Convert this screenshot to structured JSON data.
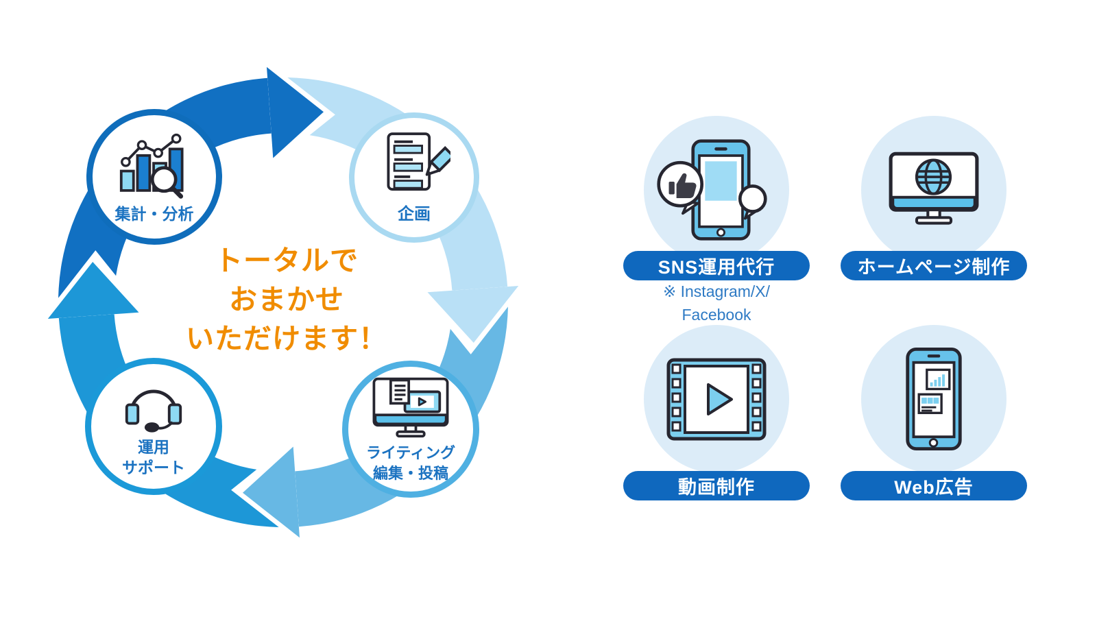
{
  "cycle": {
    "center_text": {
      "lines": [
        "トータルで",
        "おまかせ",
        "いただけます！"
      ],
      "color": "#f08c00"
    },
    "nodes": [
      {
        "id": "analysis",
        "lines": [
          "集計・分析"
        ],
        "border_color": "#0f6dbb"
      },
      {
        "id": "planning",
        "lines": [
          "企画"
        ],
        "border_color": "#a9d9f1"
      },
      {
        "id": "writing",
        "lines": [
          "ライティング",
          "編集・投稿"
        ],
        "border_color": "#4fb0e2"
      },
      {
        "id": "support",
        "lines": [
          "運用",
          "サポート"
        ],
        "border_color": "#1b99d8"
      }
    ],
    "arrow_colors": [
      "#1170c2",
      "#b9e0f6",
      "#67b8e4",
      "#1d97d7"
    ],
    "label_color": "#1c73c1"
  },
  "services": [
    {
      "id": "sns",
      "label": "SNS運用代行",
      "note": [
        "※ Instagram/X/",
        "Facebook"
      ]
    },
    {
      "id": "website",
      "label": "ホームページ制作"
    },
    {
      "id": "video",
      "label": "動画制作"
    },
    {
      "id": "webad",
      "label": "Web広告"
    }
  ],
  "colors": {
    "pill_bg": "#0f68be",
    "pill_text": "#ffffff",
    "blob_bg": "#dcecf8",
    "note_text": "#2e7ac4",
    "icon_outline": "#262630",
    "icon_light_blue": "#8ed9f3",
    "icon_mid_blue": "#67c2ea",
    "icon_dark_blue": "#1b7fd0"
  }
}
